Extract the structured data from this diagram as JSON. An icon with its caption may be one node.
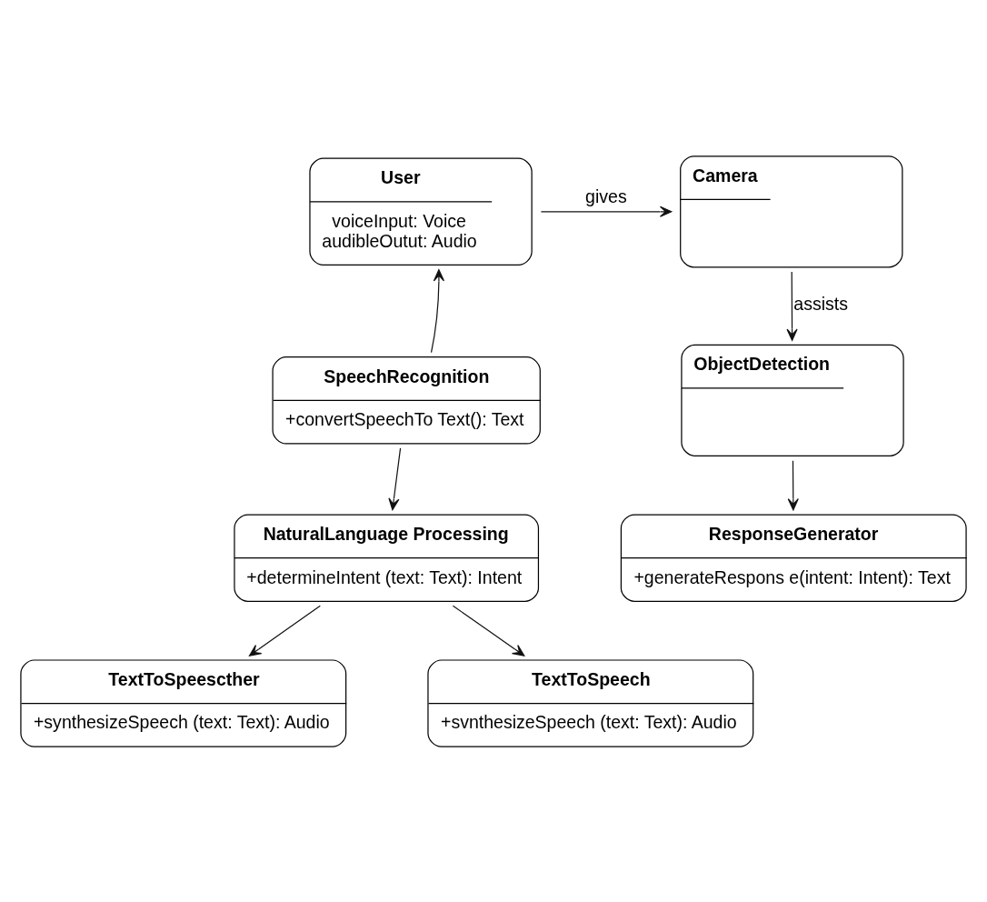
{
  "diagram": {
    "nodes": [
      {
        "text": [
          "User",
          "voiceInput: Voice",
          "audibleOutut: Audio"
        ]
      },
      {
        "text": [
          "Camera"
        ]
      },
      {
        "text": [
          "SpeechRecognition",
          "+convertSpeechTo Text(): Text"
        ]
      },
      {
        "text": [
          "ObjectDetection"
        ]
      },
      {
        "text": [
          "NaturalLanguage Processing",
          "+determineIntent (text: Text): Intent"
        ]
      },
      {
        "text": [
          "ResponseGenerator",
          "+generateRespons e(intent: Intent): Text"
        ]
      },
      {
        "text": [
          "TextToSpeescther",
          "+synthesizeSpeech (text: Text): Audio"
        ]
      },
      {
        "text": [
          "TextToSpeech",
          "+svnthesizeSpeech (text: Text): Audio"
        ]
      }
    ],
    "edges": [
      {
        "from": 0,
        "to": 1,
        "arrow": "to",
        "label": "gives"
      },
      {
        "from": 1,
        "to": 3,
        "arrow": "to",
        "label": "assists"
      },
      {
        "from": 2,
        "to": 0,
        "arrow": "to"
      },
      {
        "from": 2,
        "to": 4,
        "arrow": "to"
      },
      {
        "from": 3,
        "to": 5,
        "arrow": "to"
      },
      {
        "from": 4,
        "to": 6,
        "arrow": "to"
      },
      {
        "from": 4,
        "to": 7,
        "arrow": "to"
      }
    ]
  }
}
